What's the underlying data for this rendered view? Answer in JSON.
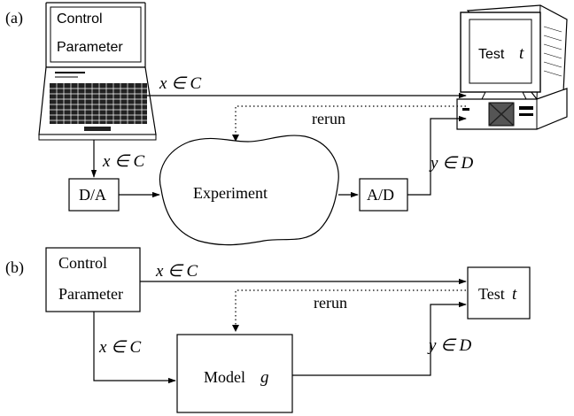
{
  "panel_a": {
    "label": "(a)",
    "laptop_screen_line1": "Control",
    "laptop_screen_line2": "Parameter",
    "computer_screen_text": "Test",
    "computer_screen_var": "t",
    "arrow_top_label": "x ∈ C",
    "rerun_label": "rerun",
    "arrow_down_label": "x ∈ C",
    "da_label": "D/A",
    "experiment_label": "Experiment",
    "ad_label": "A/D",
    "output_label": "y ∈ D"
  },
  "panel_b": {
    "label": "(b)",
    "control_line1": "Control",
    "control_line2": "Parameter",
    "arrow_top_label": "x ∈ C",
    "test_text": "Test",
    "test_var": "t",
    "rerun_label": "rerun",
    "arrow_down_label": "x ∈ C",
    "model_text": "Model",
    "model_var": "g",
    "output_label": "y ∈ D"
  }
}
